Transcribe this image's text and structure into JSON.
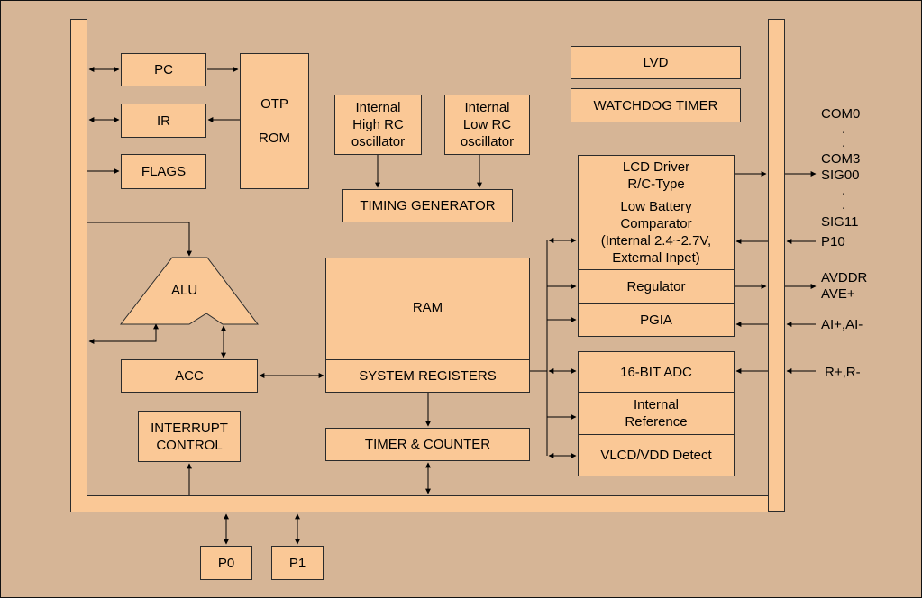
{
  "blocks": {
    "pc": "PC",
    "ir": "IR",
    "flags": "FLAGS",
    "otp_rom": [
      "OTP",
      "ROM"
    ],
    "internal_high_rc": [
      "Internal",
      "High RC",
      "oscillator"
    ],
    "internal_low_rc": [
      "Internal",
      "Low RC",
      "oscillator"
    ],
    "timing_generator": "TIMING GENERATOR",
    "lvd": "LVD",
    "watchdog_timer": "WATCHDOG TIMER",
    "alu": "ALU",
    "ram": "RAM",
    "system_registers": "SYSTEM REGISTERS",
    "acc": "ACC",
    "interrupt_control": [
      "INTERRUPT",
      "CONTROL"
    ],
    "timer_counter": "TIMER & COUNTER",
    "lcd_driver": [
      "LCD Driver",
      "R/C-Type"
    ],
    "low_battery_comparator": [
      "Low Battery",
      "Comparator",
      "(Internal 2.4~2.7V,",
      "External Inpet)"
    ],
    "regulator": "Regulator",
    "pgia": "PGIA",
    "adc_16bit": "16-BIT ADC",
    "internal_reference": [
      "Internal",
      "Reference"
    ],
    "vlcd_vdd_detect": "VLCD/VDD Detect",
    "p0": "P0",
    "p1": "P1"
  },
  "pins": {
    "com0": "COM0",
    "dot": ".",
    "com3": "COM3",
    "sig00": "SIG00",
    "sig11": "SIG11",
    "p10": "P10",
    "avddr": "AVDDR",
    "ave_plus": "AVE+",
    "ai": "AI+,AI-",
    "r": "R+,R-"
  }
}
